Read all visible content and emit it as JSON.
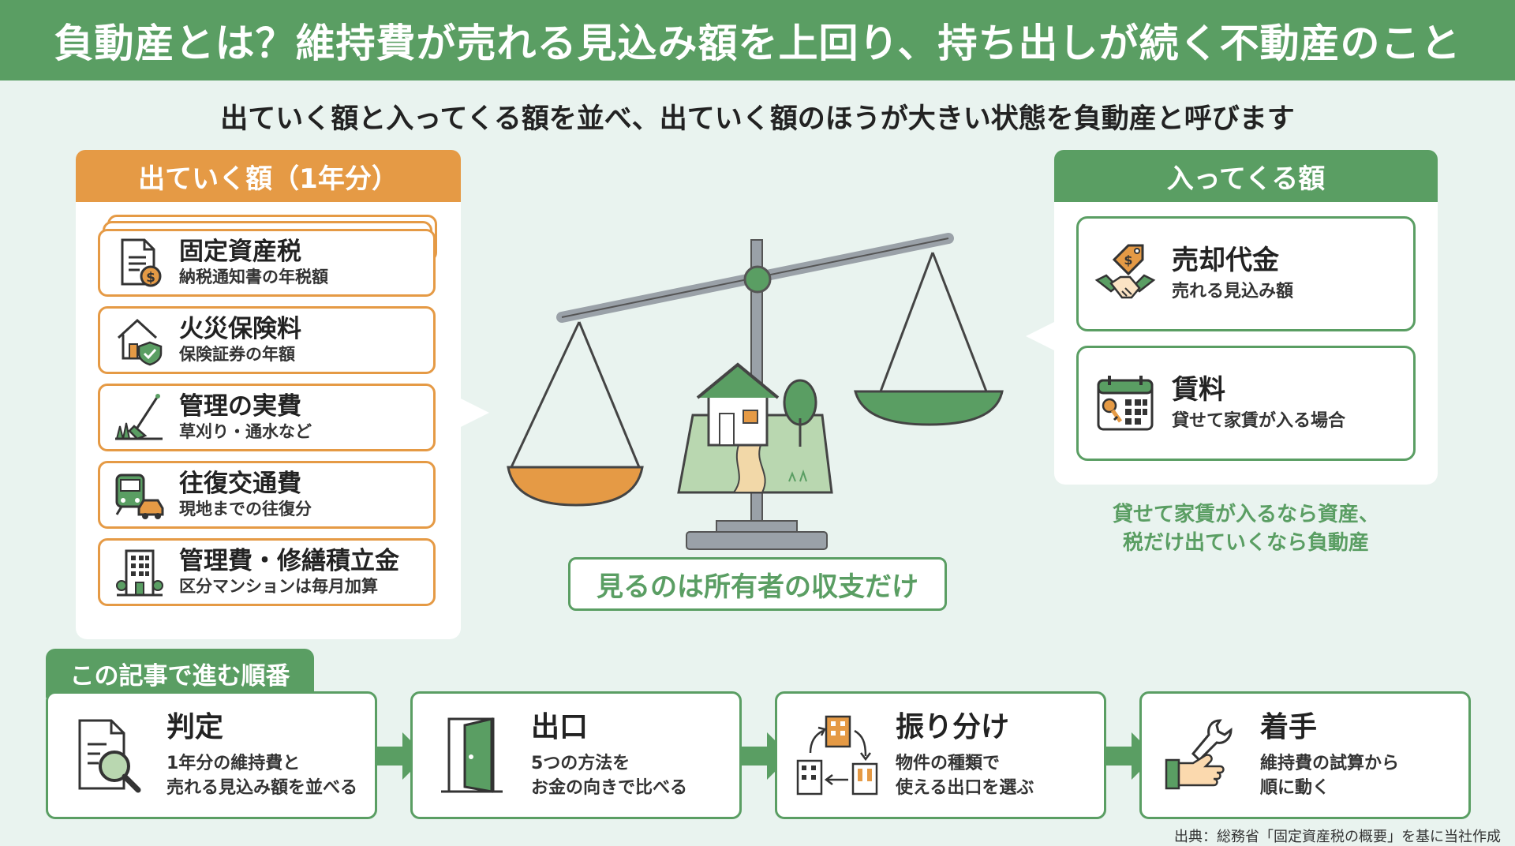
{
  "header": {
    "title": "負動産とは？維持費が売れる見込み額を上回り、持ち出しが続く不動産のこと"
  },
  "subtitle": "出ていく額と入ってくる額を並べ、出ていく額のほうが大きい状態を負動産と呼びます",
  "outgoing": {
    "title": "出ていく額（1年分）",
    "items": [
      {
        "label": "固定資産税",
        "desc": "納税通知書の年税額",
        "icon": "tax-document-icon"
      },
      {
        "label": "火災保険料",
        "desc": "保険証券の年額",
        "icon": "house-shield-icon"
      },
      {
        "label": "管理の実費",
        "desc": "草刈り・通水など",
        "icon": "grass-trimmer-icon"
      },
      {
        "label": "往復交通費",
        "desc": "現地までの往復分",
        "icon": "train-car-icon"
      },
      {
        "label": "管理費・修繕積立金",
        "desc": "区分マンションは毎月加算",
        "icon": "building-icon"
      }
    ],
    "color": "#e59a45"
  },
  "incoming": {
    "title": "入ってくる額",
    "items": [
      {
        "label": "売却代金",
        "desc": "売れる見込み額",
        "icon": "handshake-price-tag-icon"
      },
      {
        "label": "賃料",
        "desc": "貸せて家賃が入る場合",
        "icon": "calendar-key-icon"
      }
    ],
    "note_line1": "貸せて家賃が入るなら資産、",
    "note_line2": "税だけ出ていくなら負動産",
    "color": "#5a9e63"
  },
  "center": {
    "label": "見るのは所有者の収支だけ",
    "icon": "balance-scale-icon"
  },
  "steps": {
    "title": "この記事で進む順番",
    "items": [
      {
        "label": "判定",
        "desc1": "1年分の維持費と",
        "desc2": "売れる見込み額を並べる",
        "icon": "document-search-icon"
      },
      {
        "label": "出口",
        "desc1": "5つの方法を",
        "desc2": "お金の向きで比べる",
        "icon": "open-door-icon"
      },
      {
        "label": "振り分け",
        "desc1": "物件の種類で",
        "desc2": "使える出口を選ぶ",
        "icon": "buildings-cycle-icon"
      },
      {
        "label": "着手",
        "desc1": "維持費の試算から",
        "desc2": "順に動く",
        "icon": "hand-wrench-icon"
      }
    ]
  },
  "source": "出典：総務省「固定資産税の概要」を基に当社作成"
}
